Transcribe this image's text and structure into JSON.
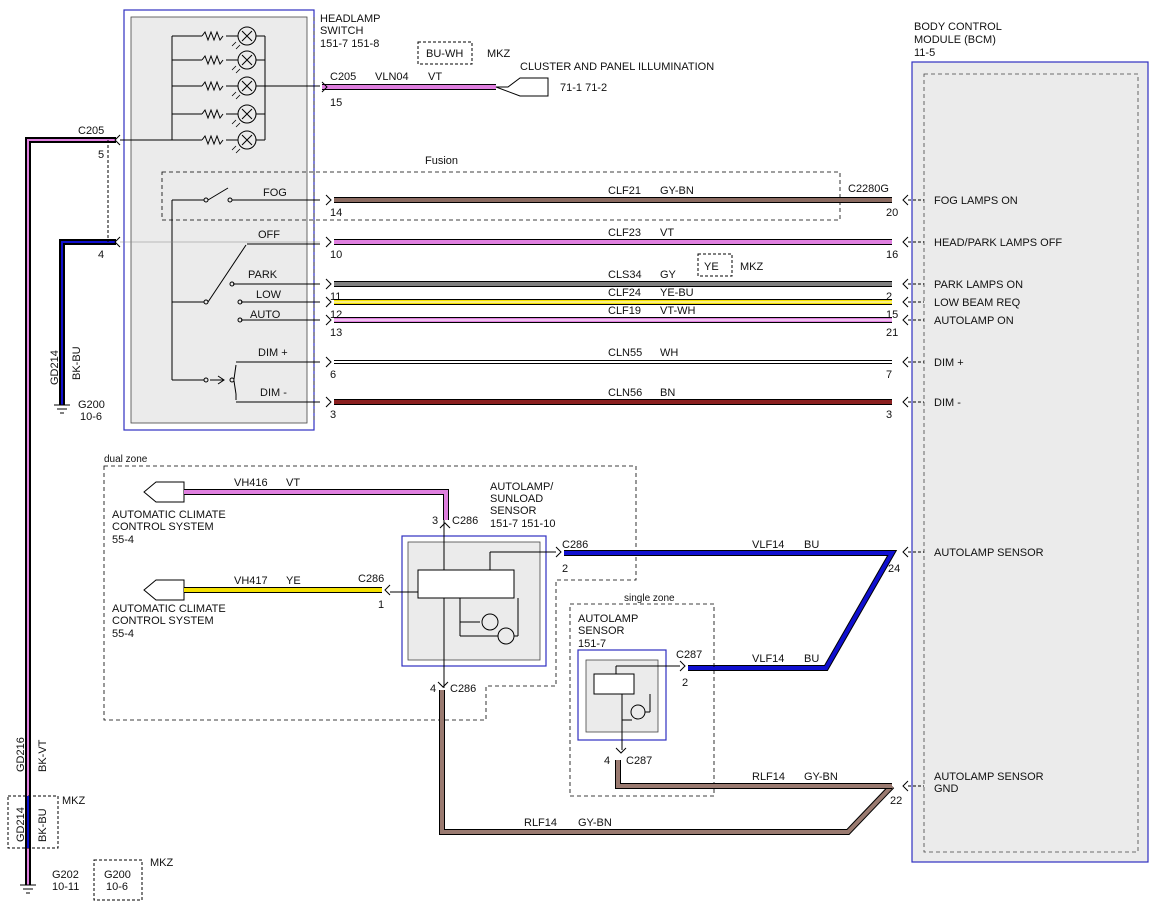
{
  "headlamp_switch": {
    "title": "HEADLAMP",
    "title2": "SWITCH",
    "refs": "151-7  151-8"
  },
  "bcm": {
    "title": "BODY CONTROL",
    "title2": "MODULE (BCM)",
    "ref": "11-5"
  },
  "cluster": {
    "box_label": "BU-WH",
    "mkz": "MKZ",
    "connector": "C205",
    "circuit": "VLN04",
    "color": "VT",
    "pin": "15",
    "dest": "CLUSTER AND PANEL ILLUMINATION",
    "refs": "71-1   71-2"
  },
  "left_side": {
    "c205": "C205",
    "pin5": "5",
    "pin4": "4",
    "gd214": "GD214",
    "bkbu": "BK-BU",
    "g200": "G200",
    "g200_ref": "10-6",
    "gd216": "GD216",
    "bkvt": "BK-VT",
    "gd214b": "GD214",
    "bkbu2": "BK-BU",
    "mkz1": "MKZ",
    "g202": "G202",
    "g202_ref": "10-11",
    "g200b": "G200",
    "g200b_ref": "10-6",
    "mkz2": "MKZ"
  },
  "fusion_label": "Fusion",
  "c2280g": "C2280G",
  "switch_labels": [
    "FOG",
    "OFF",
    "PARK",
    "LOW",
    "AUTO",
    "DIM +",
    "DIM -"
  ],
  "wires": [
    {
      "circuit": "CLF21",
      "color": "GY-BN",
      "pin_l": "14",
      "pin_r": "20",
      "bcm": "FOG LAMPS ON"
    },
    {
      "circuit": "CLF23",
      "color": "VT",
      "pin_l": "10",
      "pin_r": "16",
      "bcm": "HEAD/PARK LAMPS OFF"
    },
    {
      "circuit": "CLS34",
      "color": "GY",
      "pin_l": "11",
      "pin_r": "2",
      "bcm": "PARK LAMPS ON",
      "box": "YE",
      "mkz": "MKZ"
    },
    {
      "circuit": "CLF24",
      "color": "YE-BU",
      "pin_l": "12",
      "pin_r": "15",
      "bcm": "LOW BEAM REQ"
    },
    {
      "circuit": "CLF19",
      "color": "VT-WH",
      "pin_l": "13",
      "pin_r": "21",
      "bcm": "AUTOLAMP ON"
    },
    {
      "circuit": "CLN55",
      "color": "WH",
      "pin_l": "6",
      "pin_r": "7",
      "bcm": "DIM +"
    },
    {
      "circuit": "CLN56",
      "color": "BN",
      "pin_l": "3",
      "pin_r": "3",
      "bcm": "DIM -"
    }
  ],
  "dual_zone": {
    "label": "dual zone",
    "sensor_title": [
      "AUTOLAMP/",
      "SUNLOAD",
      "SENSOR"
    ],
    "sensor_refs": "151-7    151-10",
    "acc1": {
      "title": [
        "AUTOMATIC CLIMATE",
        "CONTROL SYSTEM"
      ],
      "ref": "55-4",
      "circuit": "VH416",
      "color": "VT",
      "pin": "3",
      "conn": "C286"
    },
    "acc2": {
      "title": [
        "AUTOMATIC CLIMATE",
        "CONTROL SYSTEM"
      ],
      "ref": "55-4",
      "circuit": "VH417",
      "color": "YE",
      "pin": "1",
      "conn": "C286"
    },
    "out_conn": "C286",
    "out_pin": "2",
    "gnd_pin": "4",
    "gnd_conn": "C286"
  },
  "single_zone": {
    "label": "single zone",
    "title": [
      "AUTOLAMP",
      "SENSOR"
    ],
    "ref": "151-7",
    "conn": "C287",
    "pin": "2",
    "gnd_pin": "4",
    "gnd_conn": "C287"
  },
  "sensor_wires": {
    "vlf14a": "VLF14",
    "bu_a": "BU",
    "vlf14b": "VLF14",
    "bu_b": "BU",
    "pin24": "24",
    "bcm_sensor": "AUTOLAMP SENSOR",
    "rlf14a": "RLF14",
    "gybn_a": "GY-BN",
    "rlf14b": "RLF14",
    "gybn_b": "GY-BN",
    "pin22": "22",
    "bcm_gnd": [
      "AUTOLAMP SENSOR",
      "GND"
    ]
  },
  "colors": {
    "violet": "#e080e0",
    "blue": "#1010d0",
    "yellow": "#f4e000",
    "brown": "#8b2020",
    "gray": "#808080",
    "panel": "#ebebeb",
    "module_border": "#2020c0"
  }
}
